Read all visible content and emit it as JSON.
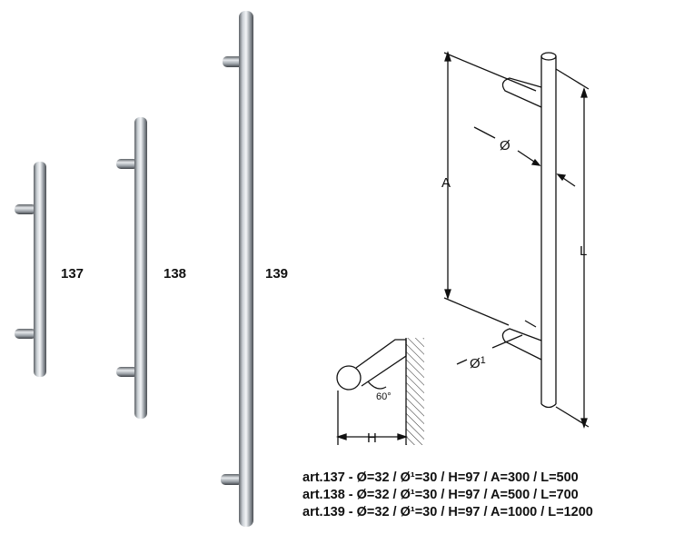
{
  "products": [
    {
      "label": "137"
    },
    {
      "label": "138"
    },
    {
      "label": "139"
    }
  ],
  "diagram": {
    "label_diameter": "Ø",
    "label_diameter1": "Ø",
    "label_diameter1_sup": "1",
    "label_A": "A",
    "label_L": "L",
    "label_H": "H",
    "label_angle": "60°"
  },
  "specs": [
    "art.137 - Ø=32 / Ø¹=30 / H=97 / A=300 / L=500",
    "art.138 - Ø=32 / Ø¹=30 / H=97 / A=500 / L=700",
    "art.139 - Ø=32 / Ø¹=30 / H=97 / A=1000 / L=1200"
  ]
}
